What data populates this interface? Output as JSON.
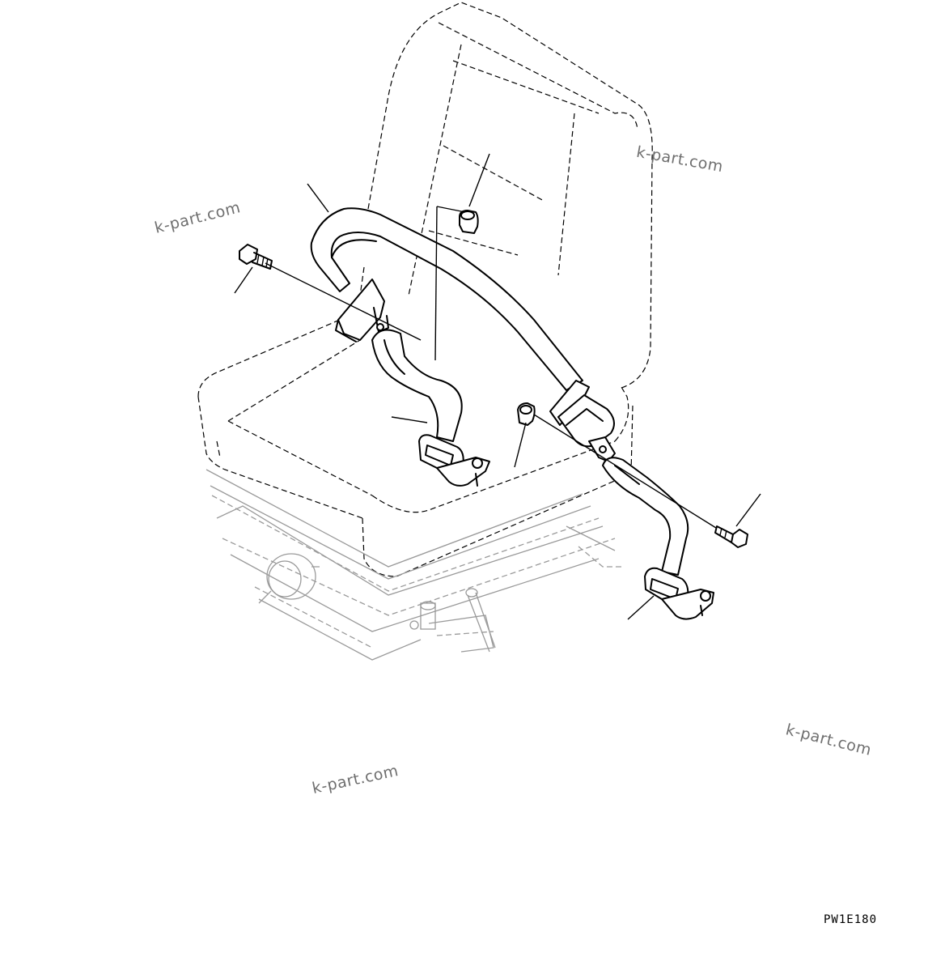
{
  "watermarks": [
    "k-part.com",
    "k-part.com",
    "k-part.com",
    "k-part.com"
  ],
  "drawing_code": "PW1E180",
  "colors": {
    "line": "#000000",
    "background": "#ffffff",
    "watermark": "#6f6f6f"
  }
}
